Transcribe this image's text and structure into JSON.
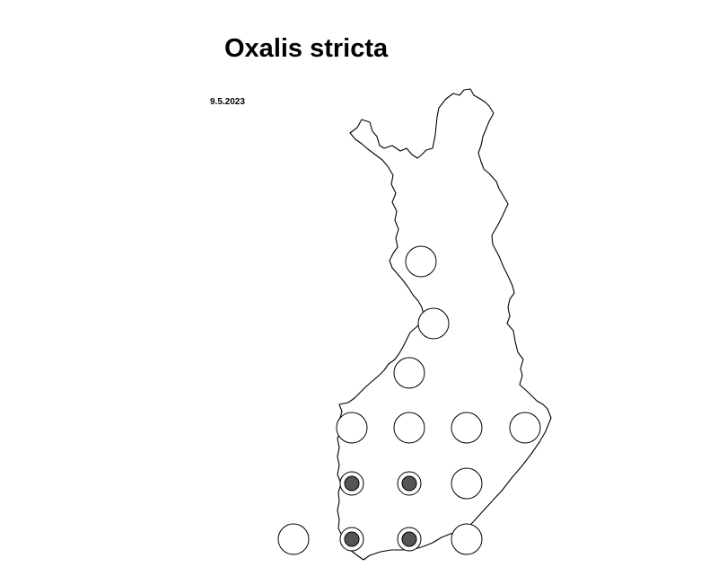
{
  "title": "Oxalis stricta",
  "date": "9.5.2023",
  "colors": {
    "outline": "#000000",
    "background": "#ffffff",
    "observed_fill": "#555555"
  },
  "grid_cells": [
    {
      "id": "lapland-south",
      "status": "empty"
    },
    {
      "id": "oulu-coast",
      "status": "empty"
    },
    {
      "id": "central-ostrobothnia",
      "status": "empty"
    },
    {
      "id": "south-ostrobothnia",
      "status": "empty"
    },
    {
      "id": "central-finland",
      "status": "empty"
    },
    {
      "id": "north-savo",
      "status": "empty"
    },
    {
      "id": "north-karelia",
      "status": "empty"
    },
    {
      "id": "satakunta",
      "status": "observed"
    },
    {
      "id": "pirkanmaa",
      "status": "observed"
    },
    {
      "id": "south-savo",
      "status": "empty"
    },
    {
      "id": "aland",
      "status": "empty"
    },
    {
      "id": "southwest-finland",
      "status": "observed"
    },
    {
      "id": "uusimaa",
      "status": "observed"
    },
    {
      "id": "kymenlaakso",
      "status": "empty"
    }
  ]
}
